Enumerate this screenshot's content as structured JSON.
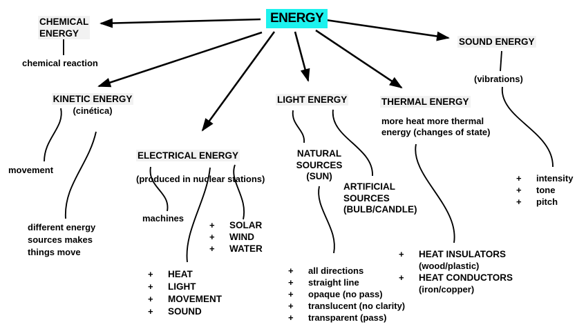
{
  "bullet": "+",
  "colors": {
    "highlight": "#1df2ee",
    "header_bg": "#f2f2f2"
  },
  "root_label": "ENERGY",
  "chemical": {
    "title": "CHEMICAL\nENERGY",
    "note": "chemical reaction"
  },
  "kinetic": {
    "title": "KINETIC ENERGY",
    "subtitle": "(cinética)",
    "movement": "movement",
    "note": "different energy\nsources makes\nthings move"
  },
  "electrical": {
    "title": "ELECTRICAL ENERGY",
    "subtitle": "(produced in nuclear stations)",
    "machines": "machines",
    "renewable_sources": [
      "SOLAR",
      "WIND",
      "WATER"
    ],
    "produces": [
      "HEAT",
      "LIGHT",
      "MOVEMENT",
      "SOUND"
    ]
  },
  "light": {
    "title": "LIGHT ENERGY",
    "natural_sources": "NATURAL\nSOURCES\n(SUN)",
    "artificial_sources": "ARTIFICIAL\nSOURCES\n(BULB/CANDLE)",
    "properties": [
      "all directions",
      "straight line",
      "opaque (no pass)",
      "translucent (no clarity)",
      "transparent (pass)"
    ]
  },
  "thermal": {
    "title": "THERMAL ENERGY",
    "note": "more heat more thermal\nenergy (changes of state)",
    "items": [
      "HEAT INSULATORS",
      "(wood/plastic)",
      "HEAT CONDUCTORS",
      "(iron/copper)"
    ]
  },
  "sound": {
    "title": "SOUND ENERGY",
    "note": "(vibrations)",
    "properties": [
      "intensity",
      "tone",
      "pitch"
    ]
  }
}
